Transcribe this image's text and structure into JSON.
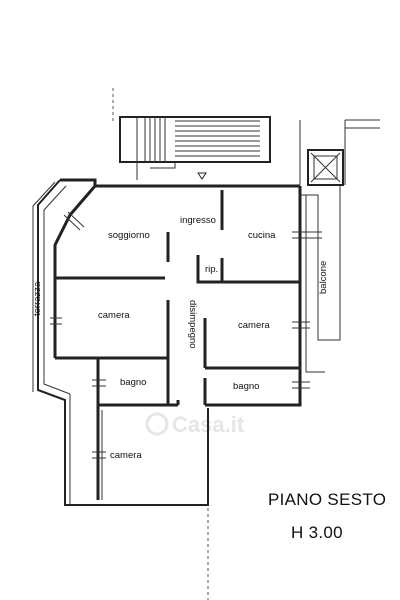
{
  "rooms": {
    "ingresso": "ingresso",
    "soggiorno": "soggiorno",
    "cucina": "cucina",
    "ripostiglio": "rip.",
    "terrazza": "terrazza",
    "balcone": "balcone",
    "camera_left": "camera",
    "camera_right": "camera",
    "disimpegno": "disimpegno",
    "bagno_left": "bagno",
    "bagno_right": "bagno",
    "camera_bottom": "camera"
  },
  "title": {
    "floor": "PIANO SESTO",
    "height": "H 3.00"
  },
  "watermark": "Casa.it"
}
